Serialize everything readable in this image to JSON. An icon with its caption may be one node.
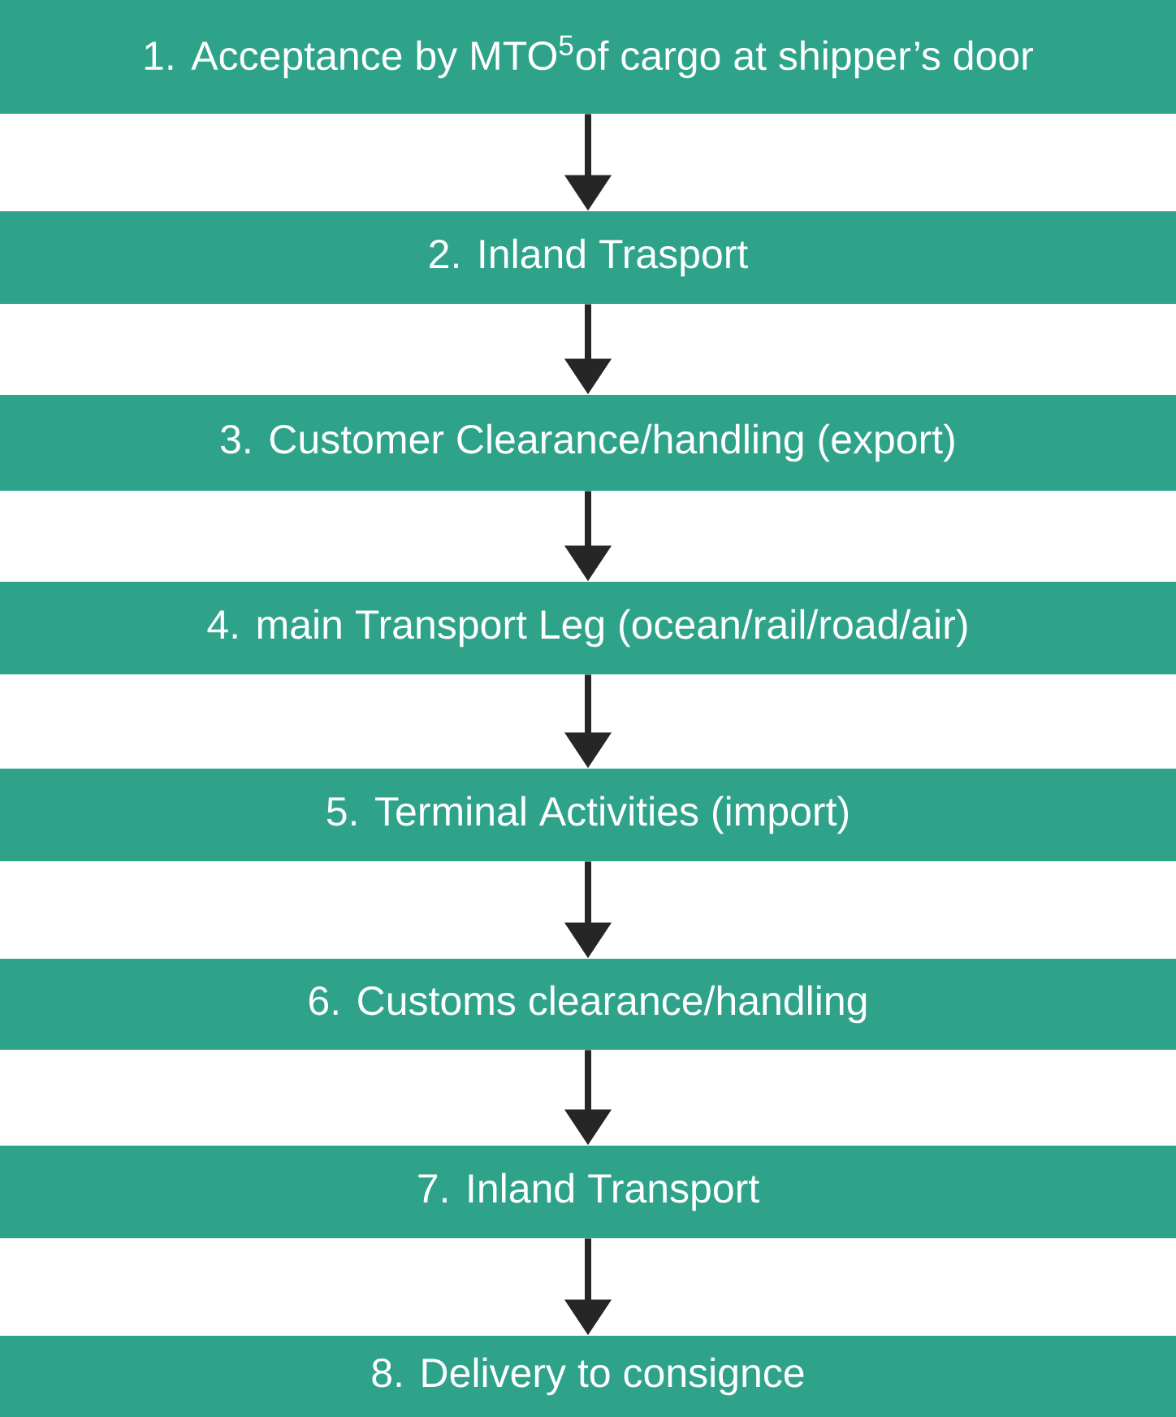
{
  "diagram": {
    "nodes": [
      {
        "text": [
          "1. Acceptance by MTO$^{5}$of cargo at shipper’s door"
        ]
      },
      {
        "text": [
          "2. Inland Trasport"
        ]
      },
      {
        "text": [
          "3. Customer Clearance/handling (export)"
        ]
      },
      {
        "text": [
          "4. main Transport Leg (ocean/rail/road/air)"
        ]
      },
      {
        "text": [
          "5. Terminal Activities (import)"
        ]
      },
      {
        "text": [
          "6. Customs clearance/handling"
        ]
      },
      {
        "text": [
          "7. Inland Transport"
        ]
      },
      {
        "text": [
          "8. Delivery to consignce"
        ]
      }
    ],
    "edges": [
      {
        "from": 0,
        "to": 1,
        "arrow": "to"
      },
      {
        "from": 1,
        "to": 2,
        "arrow": "to"
      },
      {
        "from": 2,
        "to": 3,
        "arrow": "to"
      },
      {
        "from": 3,
        "to": 4,
        "arrow": "to"
      },
      {
        "from": 4,
        "to": 5,
        "arrow": "to"
      },
      {
        "from": 5,
        "to": 6,
        "arrow": "to"
      },
      {
        "from": 6,
        "to": 7,
        "arrow": "to"
      }
    ]
  }
}
